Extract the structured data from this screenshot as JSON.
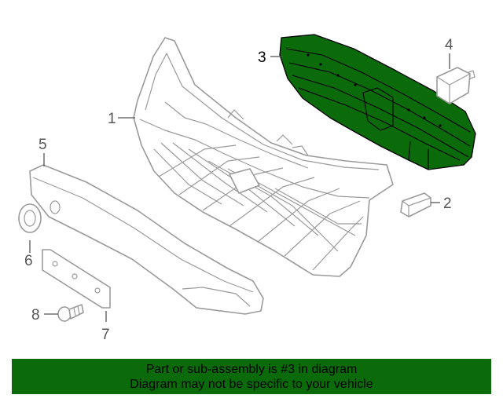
{
  "diagram": {
    "callouts": {
      "c1": "1",
      "c2": "2",
      "c3": "3",
      "c4": "4",
      "c5": "5",
      "c6": "6",
      "c7": "7",
      "c8": "8"
    },
    "highlighted_part": "3",
    "highlight_color": "#0b6b0b"
  },
  "footer": {
    "line1": "Part or sub-assembly is #3 in diagram",
    "line2": "Diagram may not be specific to your vehicle",
    "background": "#0b6b0b"
  }
}
